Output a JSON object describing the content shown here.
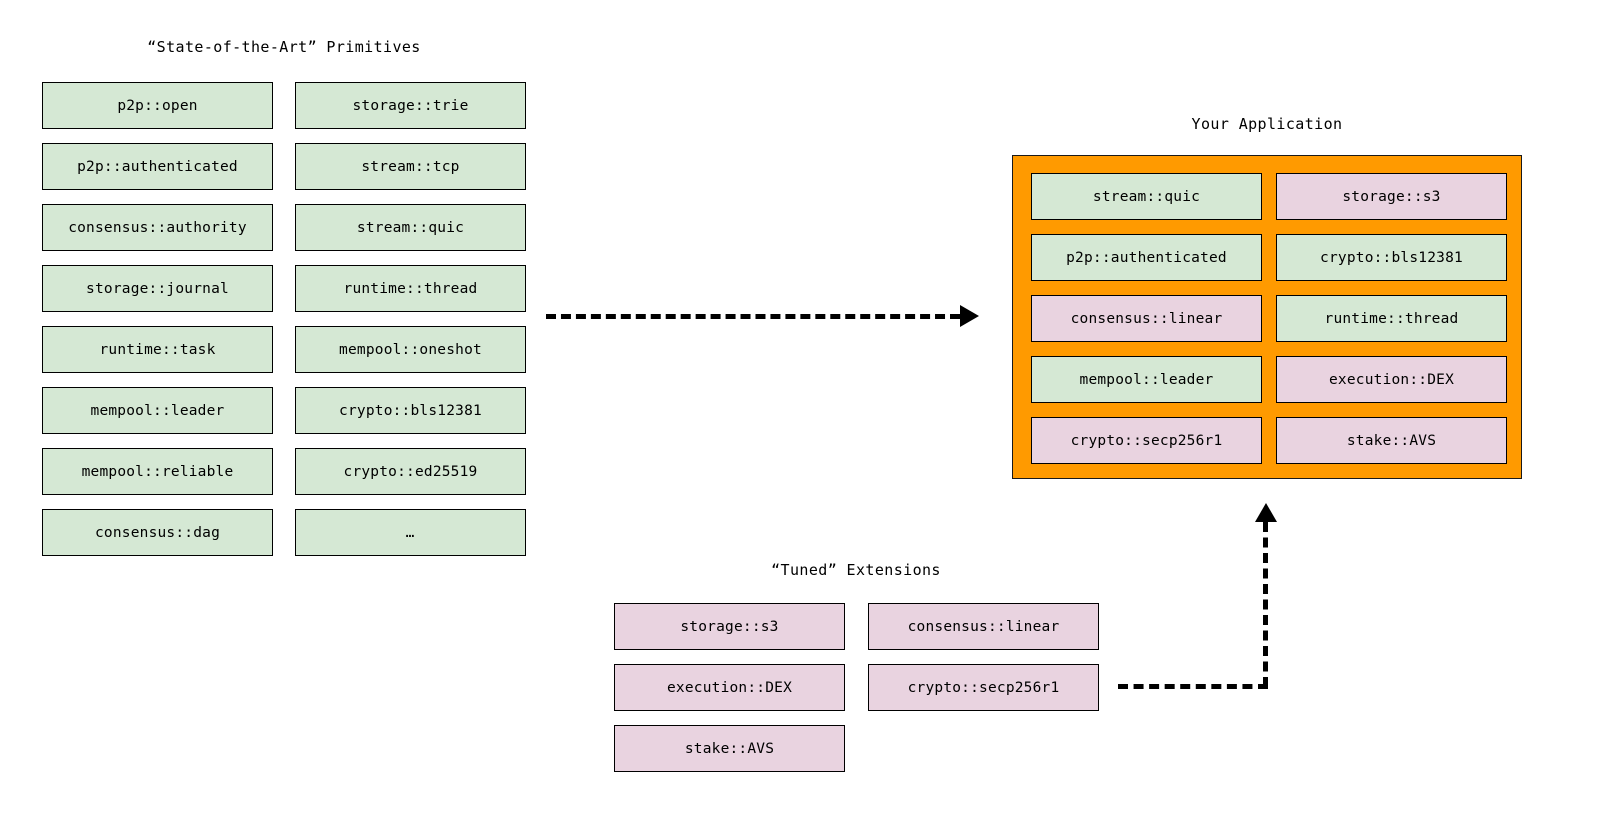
{
  "diagram": {
    "background": "#ffffff",
    "colors": {
      "primitive_fill": "#d5e8d4",
      "extension_fill": "#e9d3e0",
      "application_fill": "#ff9a00",
      "border": "#000000",
      "arrow": "#000000"
    }
  },
  "primitives_section": {
    "title": "“State-of-the-Art” Primitives",
    "column_left": [
      {
        "label": "p2p::open",
        "kind": "primitive"
      },
      {
        "label": "p2p::authenticated",
        "kind": "primitive"
      },
      {
        "label": "consensus::authority",
        "kind": "primitive"
      },
      {
        "label": "storage::journal",
        "kind": "primitive"
      },
      {
        "label": "runtime::task",
        "kind": "primitive"
      },
      {
        "label": "mempool::leader",
        "kind": "primitive"
      },
      {
        "label": "mempool::reliable",
        "kind": "primitive"
      },
      {
        "label": "consensus::dag",
        "kind": "primitive"
      }
    ],
    "column_right": [
      {
        "label": "storage::trie",
        "kind": "primitive"
      },
      {
        "label": "stream::tcp",
        "kind": "primitive"
      },
      {
        "label": "stream::quic",
        "kind": "primitive"
      },
      {
        "label": "runtime::thread",
        "kind": "primitive"
      },
      {
        "label": "mempool::oneshot",
        "kind": "primitive"
      },
      {
        "label": "crypto::bls12381",
        "kind": "primitive"
      },
      {
        "label": "crypto::ed25519",
        "kind": "primitive"
      },
      {
        "label": "…",
        "kind": "primitive"
      }
    ]
  },
  "extensions_section": {
    "title": "“Tuned” Extensions",
    "column_left": [
      {
        "label": "storage::s3",
        "kind": "extension"
      },
      {
        "label": "execution::DEX",
        "kind": "extension"
      },
      {
        "label": "stake::AVS",
        "kind": "extension"
      }
    ],
    "column_right": [
      {
        "label": "consensus::linear",
        "kind": "extension"
      },
      {
        "label": "crypto::secp256r1",
        "kind": "extension"
      }
    ]
  },
  "application_section": {
    "title": "Your Application",
    "column_left": [
      {
        "label": "stream::quic",
        "kind": "primitive"
      },
      {
        "label": "p2p::authenticated",
        "kind": "primitive"
      },
      {
        "label": "consensus::linear",
        "kind": "extension"
      },
      {
        "label": "mempool::leader",
        "kind": "primitive"
      },
      {
        "label": "crypto::secp256r1",
        "kind": "extension"
      }
    ],
    "column_right": [
      {
        "label": "storage::s3",
        "kind": "extension"
      },
      {
        "label": "crypto::bls12381",
        "kind": "primitive"
      },
      {
        "label": "runtime::thread",
        "kind": "primitive"
      },
      {
        "label": "execution::DEX",
        "kind": "extension"
      },
      {
        "label": "stake::AVS",
        "kind": "extension"
      }
    ]
  },
  "connectors": [
    {
      "name": "primitives-to-application",
      "style": "dashed",
      "direction": "right"
    },
    {
      "name": "extensions-to-application",
      "style": "dashed",
      "direction": "up"
    }
  ]
}
